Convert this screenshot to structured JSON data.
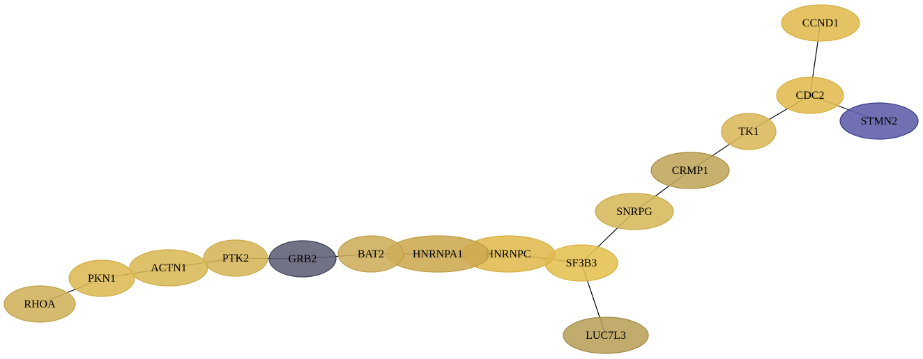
{
  "nodes": [
    {
      "id": "CCND1",
      "label": "CCND1",
      "color": "#E1BB4E",
      "stroke": "#D4AE3E"
    },
    {
      "id": "CDC2",
      "label": "CDC2",
      "color": "#E1BB4E",
      "stroke": "#D4AE3E"
    },
    {
      "id": "STMN2",
      "label": "STMN2",
      "color": "#5C5CA8",
      "stroke": "#3A3A85"
    },
    {
      "id": "TK1",
      "label": "TK1",
      "color": "#DAB75A",
      "stroke": "#CCA947"
    },
    {
      "id": "CRMP1",
      "label": "CRMP1",
      "color": "#C0A55A",
      "stroke": "#A88E3E"
    },
    {
      "id": "SNRPG",
      "label": "SNRPG",
      "color": "#D6B75A",
      "stroke": "#C9A848"
    },
    {
      "id": "SF3B3",
      "label": "SF3B3",
      "color": "#E5C04F",
      "stroke": "#D6B03E"
    },
    {
      "id": "LUC7L3",
      "label": "LUC7L3",
      "color": "#B8A05A",
      "stroke": "#9C8640"
    },
    {
      "id": "HNRNPC",
      "label": "HNRNPC",
      "color": "#E1BB4E",
      "stroke": "#D4AE3E"
    },
    {
      "id": "HNRNPA1",
      "label": "HNRNPA1",
      "color": "#CDAA50",
      "stroke": "#BC9A40"
    },
    {
      "id": "BAT2",
      "label": "BAT2",
      "color": "#CDAD59",
      "stroke": "#BC9C46"
    },
    {
      "id": "GRB2",
      "label": "GRB2",
      "color": "#5E5E75",
      "stroke": "#3D3D55"
    },
    {
      "id": "PTK2",
      "label": "PTK2",
      "color": "#D6B559",
      "stroke": "#C8A646"
    },
    {
      "id": "ACTN1",
      "label": "ACTN1",
      "color": "#DAB856",
      "stroke": "#CCA944"
    },
    {
      "id": "PKN1",
      "label": "PKN1",
      "color": "#DDB954",
      "stroke": "#CFAA42"
    },
    {
      "id": "RHOA",
      "label": "RHOA",
      "color": "#D0B05A",
      "stroke": "#BF9F47"
    }
  ],
  "edges": [
    [
      "CCND1",
      "CDC2"
    ],
    [
      "CDC2",
      "STMN2"
    ],
    [
      "CDC2",
      "TK1"
    ],
    [
      "TK1",
      "CRMP1"
    ],
    [
      "CRMP1",
      "SNRPG"
    ],
    [
      "SNRPG",
      "SF3B3"
    ],
    [
      "SF3B3",
      "LUC7L3"
    ],
    [
      "SF3B3",
      "HNRNPC"
    ],
    [
      "HNRNPC",
      "HNRNPA1"
    ],
    [
      "HNRNPA1",
      "BAT2"
    ],
    [
      "BAT2",
      "GRB2"
    ],
    [
      "GRB2",
      "PTK2"
    ],
    [
      "PTK2",
      "ACTN1"
    ],
    [
      "ACTN1",
      "PKN1"
    ],
    [
      "PKN1",
      "RHOA"
    ]
  ]
}
